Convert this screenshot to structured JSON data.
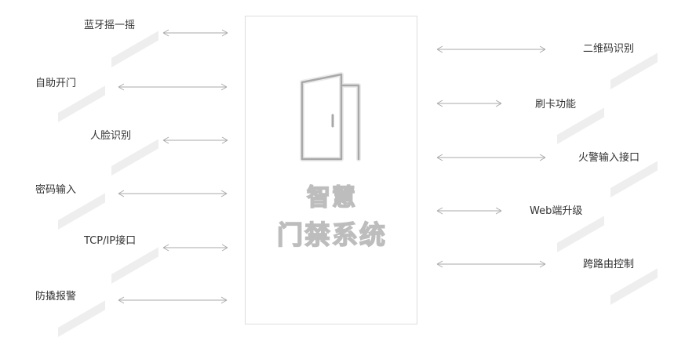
{
  "title": {
    "line1": "智慧",
    "line2": "门禁系统"
  },
  "left_features": [
    {
      "label": "蓝牙摇一摇"
    },
    {
      "label": "自助开门"
    },
    {
      "label": "人脸识别"
    },
    {
      "label": "密码输入"
    },
    {
      "label": "TCP/IP接口"
    },
    {
      "label": "防撬报警"
    }
  ],
  "right_features": [
    {
      "label": "二维码识别"
    },
    {
      "label": "刷卡功能"
    },
    {
      "label": "火警输入接口"
    },
    {
      "label": "Web端升级"
    },
    {
      "label": "跨路由控制"
    }
  ],
  "colors": {
    "bar": "#eeeeee",
    "arrow": "#aaaaaa",
    "panel_border": "#dddddd",
    "title_stroke": "#bdbdbd"
  },
  "icons": {
    "center": "door-icon",
    "connectors": "double-arrow-icon"
  }
}
